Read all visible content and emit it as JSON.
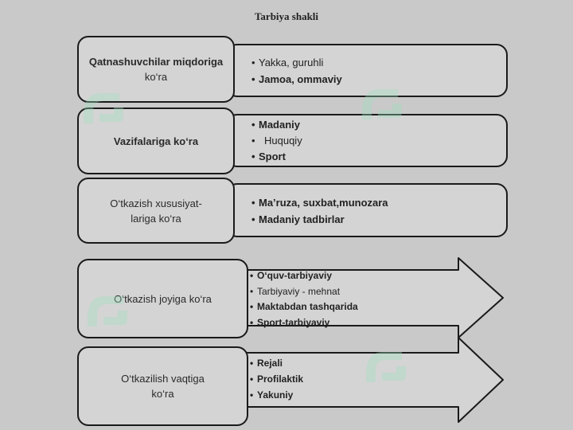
{
  "title": "Tarbiya shakli",
  "colors": {
    "background": "#c9c9c9",
    "box_fill": "#d4d4d4",
    "stroke": "#1a1a1a",
    "watermark": "#b8e6cf"
  },
  "rows": [
    {
      "label_lines": [
        "Qatnashuvchilar miqdoriga",
        "ko‘ra"
      ],
      "items": [
        "Yakka, guruhli",
        "Jamoa, ommaviy"
      ]
    },
    {
      "label_lines": [
        "Vazifalariga ko‘ra"
      ],
      "items": [
        "Madaniy",
        "Huquqiy",
        "Sport"
      ]
    },
    {
      "label_lines": [
        "O‘tkazish xususiyat-",
        "lariga ko‘ra"
      ],
      "items": [
        "Ma’ruza, suxbat,munozara",
        "Madaniy tadbirlar"
      ]
    },
    {
      "label_lines": [
        "O‘tkazish joyiga ko‘ra"
      ],
      "items": [
        "O‘quv-tarbiyaviy",
        "Tarbiyaviy  -  mehnat",
        "Maktabdan tashqarida",
        "Sport-tarbiyaviy"
      ]
    },
    {
      "label_lines": [
        "O‘tkazilish vaqtiga",
        "ko‘ra"
      ],
      "items": [
        "Rejali",
        "Profilaktik",
        "Yakuniy"
      ]
    }
  ],
  "watermark_icon": "soft-logo-icon"
}
